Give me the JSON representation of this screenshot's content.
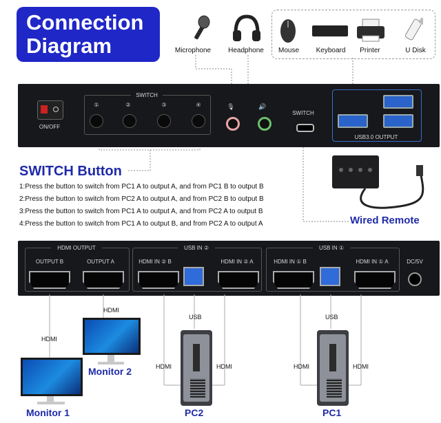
{
  "title": {
    "line1": "Connection",
    "line2": "Diagram"
  },
  "peripherals": {
    "microphone": "Microphone",
    "headphone": "Headphone",
    "mouse": "Mouse",
    "keyboard": "Keyboard",
    "printer": "Printer",
    "udisk": "U Disk"
  },
  "front_panel": {
    "onoff": "ON/OFF",
    "switch_label": "SWITCH",
    "switch_numbers": [
      "①",
      "②",
      "③",
      "④"
    ],
    "mic_symbol": "🎙",
    "speaker_symbol": "🔊",
    "switch_port_label": "SWITCH",
    "usb_output_label": "USB3.0 OUTPUT"
  },
  "switch_button": {
    "heading": "SWITCH Button",
    "lines": [
      "1:Press the button to switch from PC1 A to output A, and from PC1 B to output B",
      "2:Press the button to switch from PC2 A to output A, and from PC2 B to output B",
      "3:Press the button to switch from PC1 A to output A, and from PC2 A to output B",
      "4:Press the button to switch from PC1 A to output B, and from PC2 A to output A"
    ]
  },
  "wired_remote": "Wired Remote",
  "back_panel": {
    "hdmi_output": "HDMI OUTPUT",
    "output_b": "OUTPUT B",
    "output_a": "OUTPUT A",
    "usb_in_2": "USB IN ②",
    "usb_in_1": "USB IN ①",
    "hdmi_in_2b": "HDMI IN ② B",
    "hdmi_in_2a": "HDMI IN ② A",
    "hdmi_in_1b": "HDMI IN ① B",
    "hdmi_in_1a": "HDMI IN ① A",
    "dc": "DC/5V"
  },
  "cables": {
    "hdmi": "HDMI",
    "usb": "USB"
  },
  "devices": {
    "monitor1": "Monitor 1",
    "monitor2": "Monitor 2",
    "pc2": "PC2",
    "pc1": "PC1"
  }
}
